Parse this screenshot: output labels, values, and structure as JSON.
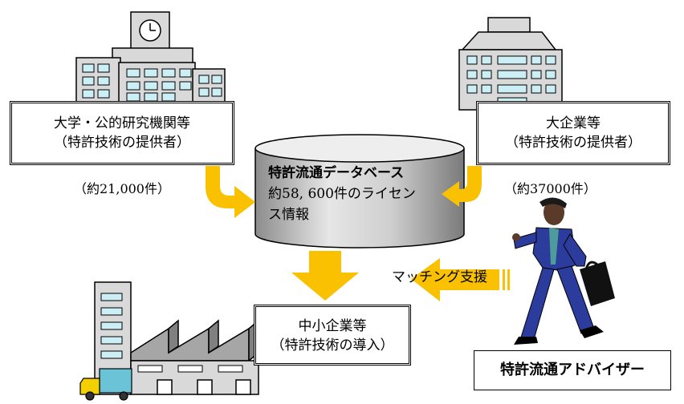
{
  "colors": {
    "arrow": "#F9C100",
    "building": "#D9D9D9",
    "window": "#CCEEF5",
    "cylinder": "#B0B0B0"
  },
  "providers": {
    "university": {
      "name": "大学・公的研究機関等",
      "role": "（特許技術の提供者）",
      "count": "（約21,000件）"
    },
    "enterprise": {
      "name": "大企業等",
      "role": "（特許技術の提供者）",
      "count": "（約37000件）"
    }
  },
  "database": {
    "title": "特許流通データベース",
    "description_line1": "約58, 600件のライセン",
    "description_line2": "ス情報"
  },
  "sme": {
    "name": "中小企業等",
    "role": "（特許技術の導入）"
  },
  "matching": {
    "label": "マッチング支援"
  },
  "advisor": {
    "label": "特許流通アドバイザー"
  }
}
